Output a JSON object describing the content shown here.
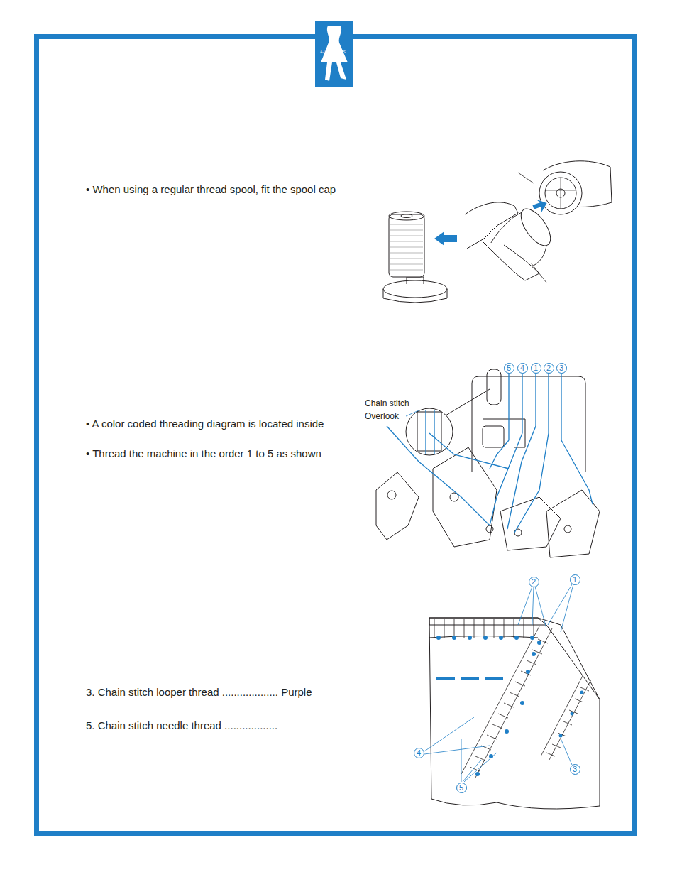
{
  "diagram": {
    "labels": [
      "A-LINE SERIES",
      "• When using a regular thread spool, fit the spool cap",
      "• A color coded threading diagram is located inside",
      "• Thread the machine in the order 1 to 5 as shown",
      "5",
      "4",
      "1",
      "2",
      "3",
      "Chain stitch",
      "Overlook",
      "2",
      "1",
      "4",
      "3",
      "5",
      "3. Chain stitch looper thread ................... Purple",
      "5. Chain stitch needle thread .................."
    ]
  }
}
